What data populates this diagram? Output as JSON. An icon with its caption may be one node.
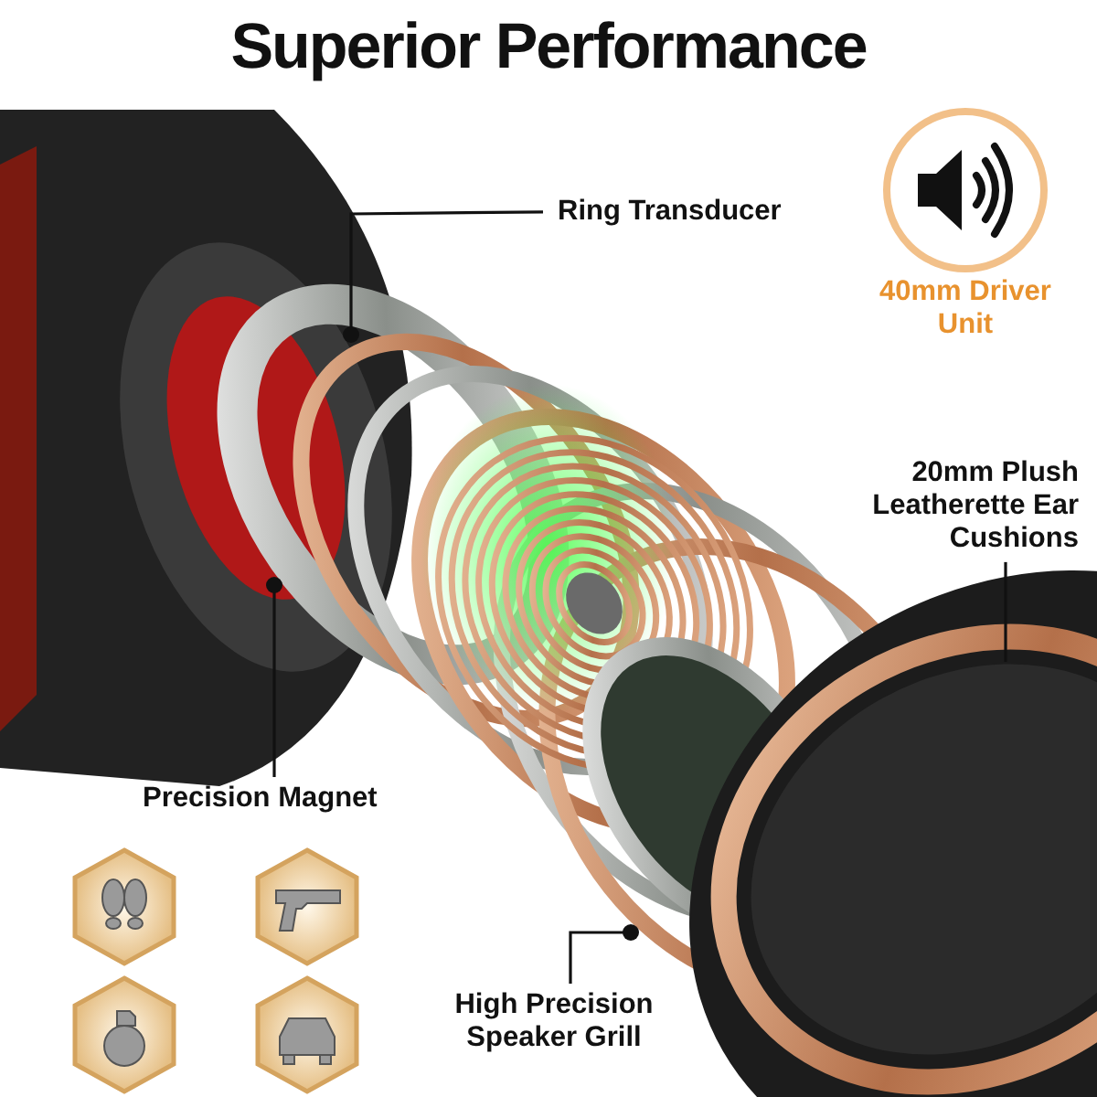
{
  "diagram": {
    "title": "Superior Performance",
    "nodes": [
      {
        "text": [
          "Ring Transducer"
        ]
      },
      {
        "text": [
          "Precision Magnet"
        ]
      },
      {
        "text": [
          "20mm Plush Leatherette Ear Cushions"
        ]
      },
      {
        "text": [
          "High Precision Speaker Grill"
        ]
      }
    ],
    "edges": [
      {
        "from": 0,
        "to": null,
        "arrow": "other"
      },
      {
        "from": 1,
        "to": null,
        "arrow": "other"
      },
      {
        "from": 2,
        "to": null,
        "arrow": "none"
      },
      {
        "from": 3,
        "to": null,
        "arrow": "other"
      }
    ],
    "labels": [
      "40mm Driver Unit"
    ]
  }
}
